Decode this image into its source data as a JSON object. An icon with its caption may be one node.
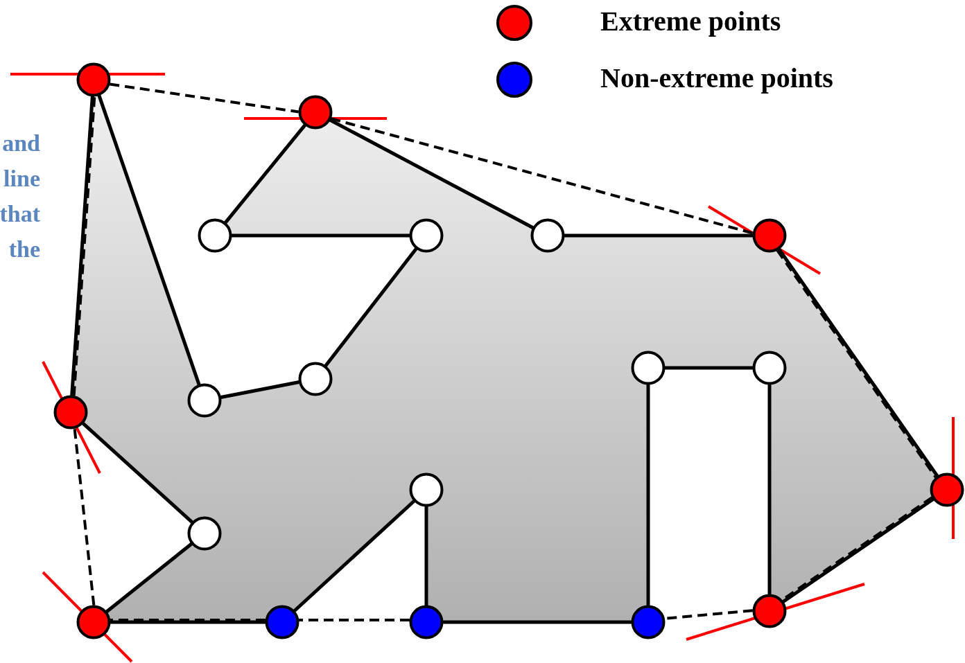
{
  "diagram": {
    "nodes": [
      {
        "text": [],
        "shape": "circle"
      },
      {
        "text": [],
        "shape": "circle"
      },
      {
        "text": [],
        "shape": "circle"
      },
      {
        "text": [],
        "shape": "circle"
      },
      {
        "text": [],
        "shape": "circle"
      },
      {
        "text": [],
        "shape": "circle"
      },
      {
        "text": [],
        "shape": "circle"
      },
      {
        "text": [],
        "shape": "circle"
      },
      {
        "text": [],
        "shape": "circle"
      },
      {
        "text": [],
        "shape": "circle"
      },
      {
        "text": [],
        "shape": "circle"
      },
      {
        "text": [],
        "shape": "circle"
      },
      {
        "text": [],
        "shape": "circle"
      },
      {
        "text": [],
        "shape": "circle"
      },
      {
        "text": [],
        "shape": "circle"
      },
      {
        "text": [],
        "shape": "circle"
      },
      {
        "text": [],
        "shape": "circle"
      },
      {
        "text": [],
        "shape": "circle"
      },
      {
        "text": [],
        "shape": "circle"
      }
    ],
    "edges": [
      {
        "from": 0,
        "to": 8,
        "arrow": "none"
      },
      {
        "from": 8,
        "to": 9,
        "arrow": "none"
      },
      {
        "from": 9,
        "to": 3,
        "arrow": "none"
      },
      {
        "from": 3,
        "to": 2,
        "arrow": "none"
      },
      {
        "from": 2,
        "to": 1,
        "arrow": "none"
      },
      {
        "from": 1,
        "to": 4,
        "arrow": "none"
      },
      {
        "from": 4,
        "to": 5,
        "arrow": "none"
      },
      {
        "from": 5,
        "to": 11,
        "arrow": "none"
      },
      {
        "from": 11,
        "to": 18,
        "arrow": "none"
      },
      {
        "from": 18,
        "to": 7,
        "arrow": "none"
      },
      {
        "from": 7,
        "to": 6,
        "arrow": "none"
      },
      {
        "from": 6,
        "to": 17,
        "arrow": "none"
      },
      {
        "from": 17,
        "to": 16,
        "arrow": "none"
      },
      {
        "from": 16,
        "to": 12,
        "arrow": "none"
      },
      {
        "from": 12,
        "to": 15,
        "arrow": "none"
      },
      {
        "from": 15,
        "to": 14,
        "arrow": "none"
      },
      {
        "from": 14,
        "to": 13,
        "arrow": "none"
      },
      {
        "from": 13,
        "to": 10,
        "arrow": "none"
      },
      {
        "from": 10,
        "to": 0,
        "arrow": "none"
      },
      {
        "from": 0,
        "to": 1,
        "arrow": "none",
        "style": "dashed"
      },
      {
        "from": 1,
        "to": 5,
        "arrow": "none",
        "style": "dashed"
      },
      {
        "from": 5,
        "to": 11,
        "arrow": "none",
        "style": "dashed"
      },
      {
        "from": 11,
        "to": 18,
        "arrow": "none",
        "style": "dashed"
      },
      {
        "from": 18,
        "to": 17,
        "arrow": "none",
        "style": "dashed"
      },
      {
        "from": 16,
        "to": 15,
        "arrow": "none",
        "style": "dashed"
      },
      {
        "from": 15,
        "to": 14,
        "arrow": "none",
        "style": "dashed"
      },
      {
        "from": 14,
        "to": 10,
        "arrow": "none",
        "style": "dashed"
      },
      {
        "from": 10,
        "to": 0,
        "arrow": "none",
        "style": "dashed"
      }
    ],
    "labels": [
      "and",
      "line",
      "that",
      "the"
    ],
    "legend": [
      {
        "text": "Extreme points",
        "color": "#ff0000"
      },
      {
        "text": "Non-extreme points",
        "color": "#0000ff"
      }
    ]
  }
}
